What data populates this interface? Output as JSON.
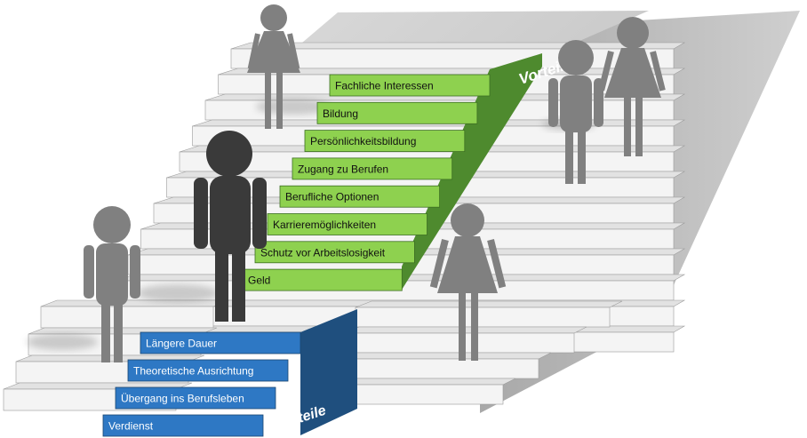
{
  "vorteile": {
    "title": "Vorteile",
    "items": [
      "Fachliche Interessen",
      "Bildung",
      "Persönlichkeitsbildung",
      "Zugang zu Berufen",
      "Berufliche Optionen",
      "Karrieremöglichkeiten",
      "Schutz vor Arbeitslosigkeit",
      "Geld"
    ]
  },
  "nachteile": {
    "title": "Nachteile",
    "items": [
      "Längere Dauer",
      "Theoretische Ausrichtung",
      "Übergang ins Berufsleben",
      "Verdienst"
    ]
  },
  "colors": {
    "green_face": "#8ed14f",
    "green_side": "#4e8a2e",
    "blue_face": "#2e78c4",
    "blue_side": "#1f4f7e",
    "stair_face": "#f4f4f4",
    "stair_top": "#e2e2e2",
    "wall": "#b8b8b8",
    "figure_dark": "#3a3a3a",
    "figure_light": "#808080"
  }
}
